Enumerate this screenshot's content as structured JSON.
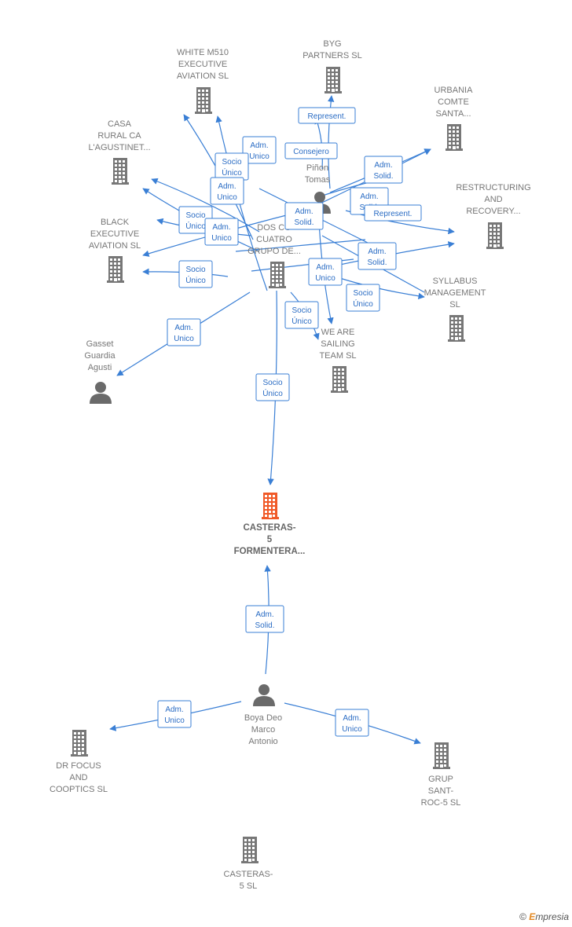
{
  "diagram": {
    "nodes": [
      {
        "id": "white",
        "type": "company",
        "lines": [
          "WHITE M510",
          "EXECUTIVE",
          "AVIATION  SL"
        ]
      },
      {
        "id": "byg",
        "type": "company",
        "lines": [
          "BYG",
          "PARTNERS  SL"
        ]
      },
      {
        "id": "urbania",
        "type": "company",
        "lines": [
          "URBANIA",
          "COMTE",
          "SANTA..."
        ]
      },
      {
        "id": "casa",
        "type": "company",
        "lines": [
          "CASA",
          "RURAL CA",
          "L'AGUSTINET..."
        ]
      },
      {
        "id": "pinon",
        "type": "person",
        "lines": [
          "Piñon",
          "Tomas"
        ]
      },
      {
        "id": "restructuring",
        "type": "company",
        "lines": [
          "RESTRUCTURING",
          "AND",
          "RECOVERY..."
        ]
      },
      {
        "id": "black",
        "type": "company",
        "lines": [
          "BLACK",
          "EXECUTIVE",
          "AVIATION  SL"
        ]
      },
      {
        "id": "dos",
        "type": "company",
        "lines": [
          "DOS CO",
          "CUATRO",
          "GRUPO DE..."
        ]
      },
      {
        "id": "syllabus",
        "type": "company",
        "lines": [
          "SYLLABUS",
          "MANAGEMENT",
          "SL"
        ]
      },
      {
        "id": "wearesailing",
        "type": "company",
        "lines": [
          "WE ARE",
          "SAILING",
          "TEAM  SL"
        ]
      },
      {
        "id": "gasset",
        "type": "person",
        "lines": [
          "Gasset",
          "Guardia",
          "Agusti"
        ]
      },
      {
        "id": "casteras5f",
        "type": "focus",
        "lines": [
          "CASTERAS-",
          "5",
          "FORMENTERA..."
        ]
      },
      {
        "id": "boya",
        "type": "person",
        "lines": [
          "Boya Deo",
          "Marco",
          "Antonio"
        ]
      },
      {
        "id": "drfocus",
        "type": "company",
        "lines": [
          "DR FOCUS",
          "AND",
          "COOPTICS  SL"
        ]
      },
      {
        "id": "grup",
        "type": "company",
        "lines": [
          "GRUP",
          "SANT-",
          "ROC-5 SL"
        ]
      },
      {
        "id": "casteras5sl",
        "type": "company",
        "lines": [
          "CASTERAS-",
          "5 SL"
        ]
      }
    ],
    "edges": [
      {
        "id": "e1",
        "lines": [
          "Adm.",
          "Unico"
        ]
      },
      {
        "id": "e2",
        "lines": [
          "Socio",
          "Único"
        ]
      },
      {
        "id": "e3",
        "lines": [
          "Represent."
        ]
      },
      {
        "id": "e4",
        "lines": [
          "Consejero"
        ]
      },
      {
        "id": "e5",
        "lines": [
          "Adm.",
          "Solid."
        ]
      },
      {
        "id": "e6",
        "lines": [
          "Adm.",
          "Unico"
        ]
      },
      {
        "id": "e7",
        "lines": [
          "Socio",
          "Único"
        ]
      },
      {
        "id": "e8",
        "lines": [
          "Adm.",
          "Solid."
        ]
      },
      {
        "id": "e9",
        "lines": [
          "Represent."
        ]
      },
      {
        "id": "e10",
        "lines": [
          "Socio",
          "Único"
        ]
      },
      {
        "id": "e11",
        "lines": [
          "Adm.",
          "Unico"
        ]
      },
      {
        "id": "e12",
        "lines": [
          "Socio",
          "Único"
        ]
      },
      {
        "id": "e13",
        "lines": [
          "Adm.",
          "Solid."
        ]
      },
      {
        "id": "e14",
        "lines": [
          "Adm.",
          "Unico"
        ]
      },
      {
        "id": "e15",
        "lines": [
          "Socio",
          "Único"
        ]
      },
      {
        "id": "e16",
        "lines": [
          "Socio",
          "Único"
        ]
      },
      {
        "id": "e17",
        "lines": [
          "Adm.",
          "Solid."
        ]
      },
      {
        "id": "e18",
        "lines": [
          "Socio",
          "Único"
        ]
      },
      {
        "id": "e19",
        "lines": [
          "Adm.",
          "Unico"
        ]
      },
      {
        "id": "e20",
        "lines": [
          "Adm.",
          "Solid."
        ]
      },
      {
        "id": "e21",
        "lines": [
          "Adm.",
          "Unico"
        ]
      },
      {
        "id": "e22",
        "lines": [
          "Adm.",
          "Unico"
        ]
      }
    ]
  },
  "colors": {
    "edge": "#3a7fd5",
    "company_icon": "#777777",
    "focus_icon": "#f05a28",
    "person_icon": "#6a6a6a"
  },
  "icons": {
    "company": "building-icon",
    "person": "person-icon"
  },
  "brand": {
    "symbol": "©",
    "initial": "E",
    "rest": "mpresia"
  }
}
